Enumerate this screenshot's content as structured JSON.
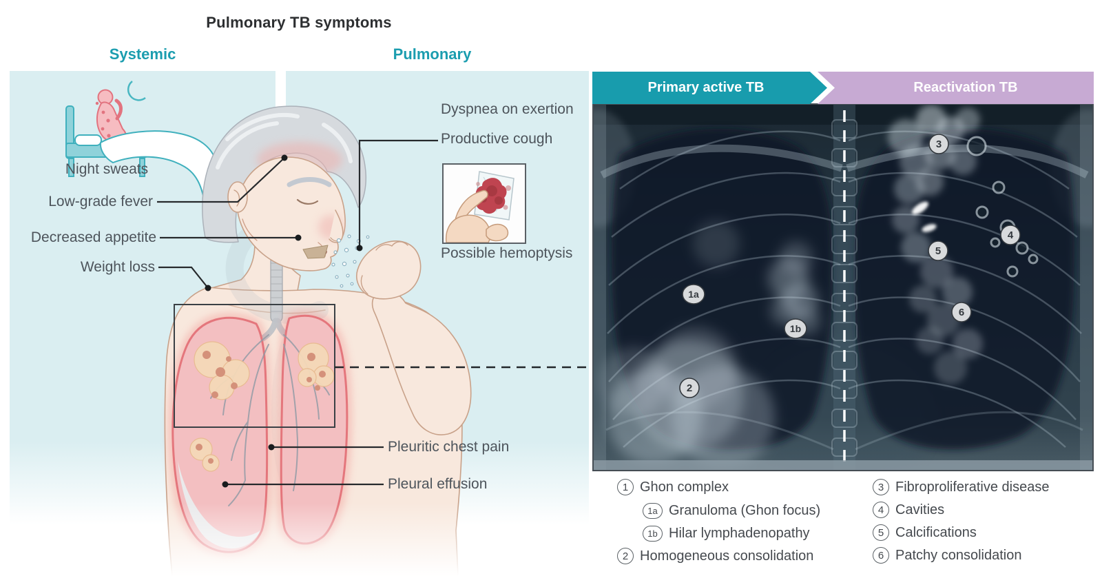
{
  "title": "Pulmonary TB symptoms",
  "columns": {
    "systemic": "Systemic",
    "pulmonary": "Pulmonary"
  },
  "symptom_labels": {
    "night_sweats": "Night sweats",
    "low_grade_fever": "Low-grade fever",
    "decreased_appetite": "Decreased appetite",
    "weight_loss": "Weight loss",
    "dyspnea": "Dyspnea on exertion",
    "productive_cough": "Productive cough",
    "possible_hemoptysis": "Possible hemoptysis",
    "pleuritic_chest_pain": "Pleuritic chest pain",
    "pleural_effusion": "Pleural effusion"
  },
  "xray": {
    "left_header": "Primary active TB",
    "right_header": "Reactivation TB",
    "markers": [
      {
        "label": "1a"
      },
      {
        "label": "1b"
      },
      {
        "label": "2"
      },
      {
        "label": "3"
      },
      {
        "label": "4"
      },
      {
        "label": "5"
      },
      {
        "label": "6"
      }
    ]
  },
  "legend": {
    "left": [
      {
        "num": "1",
        "label": "Ghon complex"
      },
      {
        "num": "1a",
        "label": "Granuloma (Ghon focus)"
      },
      {
        "num": "1b",
        "label": "Hilar lymphadenopathy"
      },
      {
        "num": "2",
        "label": "Homogeneous consolidation"
      }
    ],
    "right": [
      {
        "num": "3",
        "label": "Fibroproliferative disease"
      },
      {
        "num": "4",
        "label": "Cavities"
      },
      {
        "num": "5",
        "label": "Calcifications"
      },
      {
        "num": "6",
        "label": "Patchy consolidation"
      }
    ]
  },
  "colors": {
    "accent_teal": "#1b9daf",
    "banner_teal": "#189cad",
    "banner_lavender": "#c7aad3",
    "panel_cyan": "#daeef1",
    "label_gray": "#4d545b",
    "legend_gray": "#45494e",
    "xray_bg": "#24323e",
    "marker_fill": "#d8dadc",
    "line_dark": "#26292c"
  }
}
